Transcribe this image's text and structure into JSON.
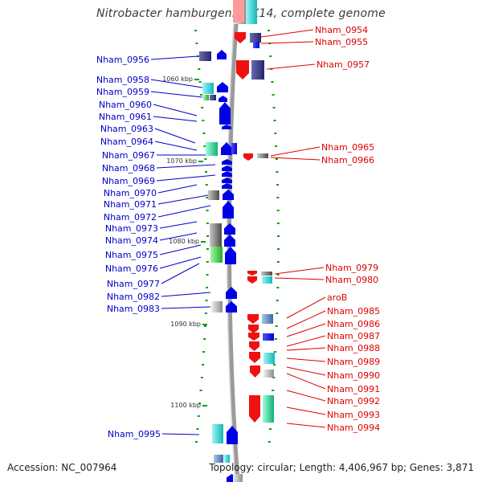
{
  "title": "Nitrobacter hamburgensis X14, complete genome",
  "footer": {
    "accession": "Accession: NC_007964",
    "topology": "Topology: circular; Length: 4,406,967 bp; Genes: 3,871"
  },
  "colors": {
    "forward_strand": "#0000e8",
    "reverse_strand": "#ee1111",
    "backbone": "#9a9a9a",
    "tick": "#00a000",
    "left_label": "#0000c8",
    "right_label": "#e00000"
  },
  "kbp_markers": [
    "1060 kbp",
    "1070 kbp",
    "1080 kbp",
    "1090 kbp",
    "1100 kbp"
  ],
  "left_genes": [
    "Nham_0956",
    "Nham_0958",
    "Nham_0959",
    "Nham_0960",
    "Nham_0961",
    "Nham_0963",
    "Nham_0964",
    "Nham_0967",
    "Nham_0968",
    "Nham_0969",
    "Nham_0970",
    "Nham_0971",
    "Nham_0972",
    "Nham_0973",
    "Nham_0974",
    "Nham_0975",
    "Nham_0976",
    "Nham_0977",
    "Nham_0982",
    "Nham_0983",
    "Nham_0995"
  ],
  "right_genes": [
    "Nham_0954",
    "Nham_0955",
    "Nham_0957",
    "Nham_0965",
    "Nham_0966",
    "Nham_0979",
    "Nham_0980",
    "aroB",
    "Nham_0985",
    "Nham_0986",
    "Nham_0987",
    "Nham_0988",
    "Nham_0989",
    "Nham_0990",
    "Nham_0991",
    "Nham_0992",
    "Nham_0993",
    "Nham_0994"
  ]
}
